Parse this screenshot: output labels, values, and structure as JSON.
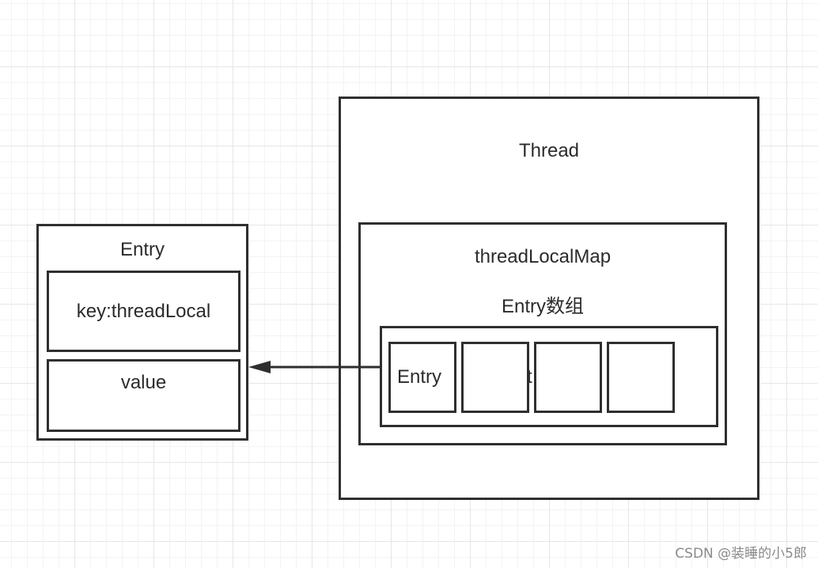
{
  "thread": {
    "title": "Thread"
  },
  "thread_local_map": {
    "title": "threadLocalMap",
    "entry_array_title": "Entry数组",
    "cells": [
      {
        "label": "Entry"
      },
      {
        "label": ""
      },
      {
        "label": ""
      },
      {
        "label": ""
      }
    ],
    "overlap_fragment": "t"
  },
  "entry_detail": {
    "title": "Entry",
    "key_label": "key:threadLocal",
    "value_label": "value"
  },
  "colors": {
    "stroke": "#2f2f2f",
    "text": "#2b2b2b",
    "watermark": "#8a8a8a"
  },
  "watermark": "CSDN @装睡的小5郎"
}
